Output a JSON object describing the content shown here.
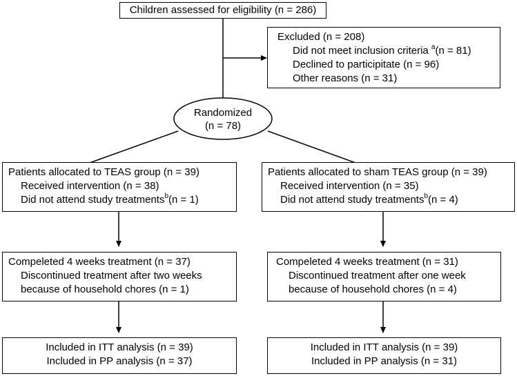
{
  "assessed": "Children assessed for eligibility (n = 286)",
  "excluded": {
    "title": "Excluded (n = 208)",
    "item1_pre": "Did not meet inclusion criteria ",
    "item1_sup": "a",
    "item1_post": "(n = 81)",
    "item2": "Declined to participitate (n = 96)",
    "item3": "Other reasons (n = 31)"
  },
  "randomized": {
    "line1": "Randomized",
    "line2": "(n = 78)"
  },
  "left": {
    "alloc_title": "Patients allocated to TEAS group (n = 39)",
    "alloc_received": "Received intervention (n = 38)",
    "alloc_notattend_pre": "Did not attend study treatments",
    "alloc_notattend_sup": "b",
    "alloc_notattend_post": "(n = 1)",
    "comp_title": "Compeleted 4 weeks treatment (n = 37)",
    "comp_line2": "Discontinued treatment after two weeks",
    "comp_line3": "because of household chores (n = 1)",
    "itt": "Included in ITT analysis (n = 39)",
    "pp": "Included in PP analysis (n = 37)"
  },
  "right": {
    "alloc_title": "Patients allocated to sham TEAS group (n = 39)",
    "alloc_received": "Received intervention (n = 35)",
    "alloc_notattend_pre": "Did not attend study treatments",
    "alloc_notattend_sup": "b",
    "alloc_notattend_post": "(n = 4)",
    "comp_title": "Compeleted 4 weeks treatment (n = 31)",
    "comp_line2": "Discontinued treatment after one week",
    "comp_line3": "because of household chores (n = 4)",
    "itt": "Included in ITT analysis (n = 39)",
    "pp": "Included in PP analysis (n = 31)"
  }
}
